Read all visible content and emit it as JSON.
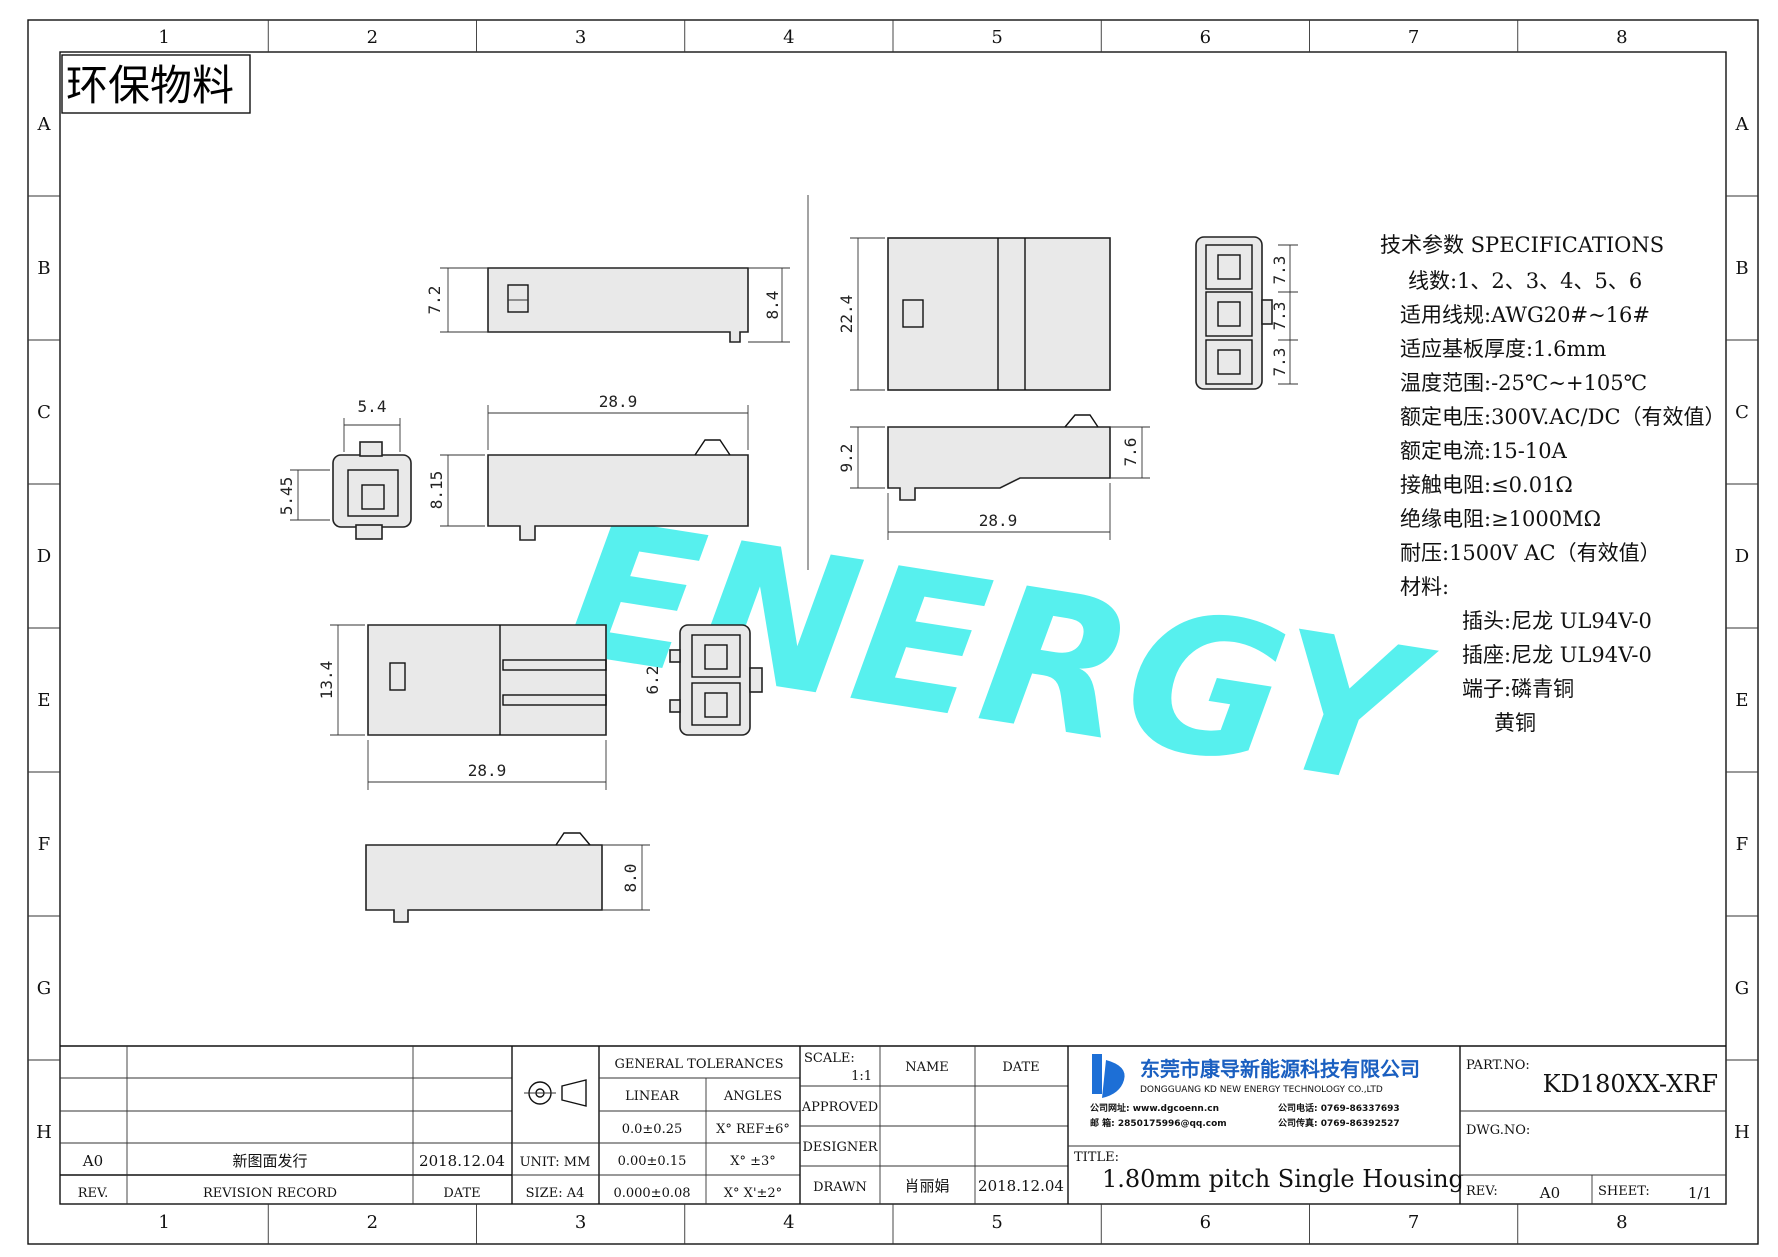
{
  "frame": {
    "col_labels": [
      "1",
      "2",
      "3",
      "4",
      "5",
      "6",
      "7",
      "8"
    ],
    "row_labels": [
      "A",
      "B",
      "C",
      "D",
      "E",
      "F",
      "G",
      "H"
    ]
  },
  "stamp": "环保物料",
  "watermark": "ENERGY",
  "watermark_color": "#4ff0ee",
  "dimensions": {
    "top_h1": "7.2",
    "top_h2": "8.4",
    "side_w": "28.9",
    "front_w": "5.4",
    "front_h": "5.45",
    "side_h": "8.15",
    "mid_w": "28.9",
    "mid_h": "13.4",
    "mid_pitch": "6.2",
    "low_h": "8.0",
    "r_top_h": "22.4",
    "r_side_h1": "9.2",
    "r_side_h2": "7.6",
    "r_side_w": "28.9",
    "r_pitch1": "7.3",
    "r_pitch2": "7.3",
    "r_pitch3": "7.3"
  },
  "specs": {
    "title": "技术参数  SPECIFICATIONS",
    "lines": [
      "线数:1、2、3、4、5、6",
      "适用线规:AWG20#~16#",
      "适应基板厚度:1.6mm",
      "温度范围:-25℃~+105℃",
      "额定电压:300V.AC/DC（有效值）",
      "额定电流:15-10A",
      "接触电阻:≤0.01Ω",
      "绝缘电阻:≥1000MΩ",
      "耐压:1500V AC（有效值）",
      "材料:"
    ],
    "materials": [
      "插头:尼龙 UL94V-0",
      "插座:尼龙 UL94V-0",
      "端子:磷青铜",
      "黄铜"
    ]
  },
  "title_block": {
    "rev_row": {
      "rev": "A0",
      "record": "新图面发行",
      "date": "2018.12.04"
    },
    "rev_header": {
      "rev": "REV.",
      "record": "REVISION RECORD",
      "date": "DATE"
    },
    "tolerances": {
      "header": "GENERAL TOLERANCES",
      "linear": "LINEAR",
      "angles": "ANGLES",
      "rows": [
        {
          "linear": "0.0±0.25",
          "angle": "X° REF±6°"
        },
        {
          "linear": "0.00±0.15",
          "angle": "X° ±3°"
        },
        {
          "linear": "0.000±0.08",
          "angle": "X° X'±2°"
        }
      ]
    },
    "unit": "UNIT: MM",
    "size": "SIZE: A4",
    "scale_label": "SCALE:",
    "scale_value": "1:1",
    "name_header": "NAME",
    "date_header": "DATE",
    "approved": "APPROVED",
    "designer": "DESIGNER",
    "drawn": "DRAWN",
    "drawn_name": "肖丽娟",
    "drawn_date": "2018.12.04",
    "company_cn": "东莞市康导新能源科技有限公司",
    "company_en": "DONGGUANG KD NEW ENERGY TECHNOLOGY CO.,LTD",
    "contact_1a": "公司网址: www.dgcoenn.cn",
    "contact_1b": "公司电话: 0769-86337693",
    "contact_2a": "邮    箱: 2850175996@qq.com",
    "contact_2b": "公司传真: 0769-86392527",
    "title_label": "TITLE:",
    "title_value": "1.80mm pitch Single Housing",
    "part_no_label": "PART.NO:",
    "part_no_value": "KD180XX-XRF",
    "dwg_no_label": "DWG.NO:",
    "rev_label": "REV:",
    "rev_value": "A0",
    "sheet_label": "SHEET:",
    "sheet_value": "1/1"
  }
}
